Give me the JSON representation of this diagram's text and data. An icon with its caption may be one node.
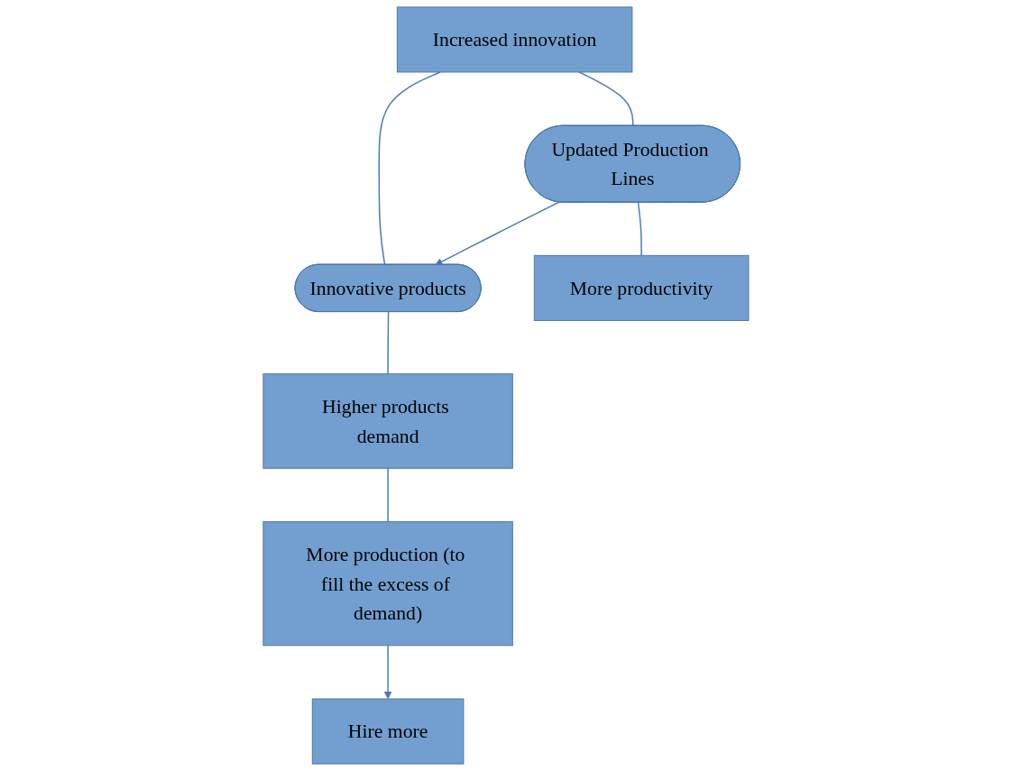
{
  "diagram": {
    "nodes": [
      {
        "text": [
          "Increased innovation"
        ]
      },
      {
        "text": [
          "Updated Production Lines"
        ]
      },
      {
        "text": [
          "Innovative products"
        ]
      },
      {
        "text": [
          "More productivity"
        ]
      },
      {
        "text": [
          "Higher products demand"
        ]
      },
      {
        "text": [
          "More production (to fill the excess of demand)"
        ]
      },
      {
        "text": [
          "Hire more"
        ]
      }
    ],
    "edges": [
      {
        "from": 0,
        "to": 1,
        "arrow": "none"
      },
      {
        "from": 0,
        "to": 2,
        "arrow": "none"
      },
      {
        "from": 1,
        "to": 2,
        "arrow": "to"
      },
      {
        "from": 1,
        "to": 3,
        "arrow": "none"
      },
      {
        "from": 2,
        "to": 4,
        "arrow": "none"
      },
      {
        "from": 4,
        "to": 5,
        "arrow": "none"
      },
      {
        "from": 5,
        "to": 6,
        "arrow": "to"
      }
    ]
  }
}
